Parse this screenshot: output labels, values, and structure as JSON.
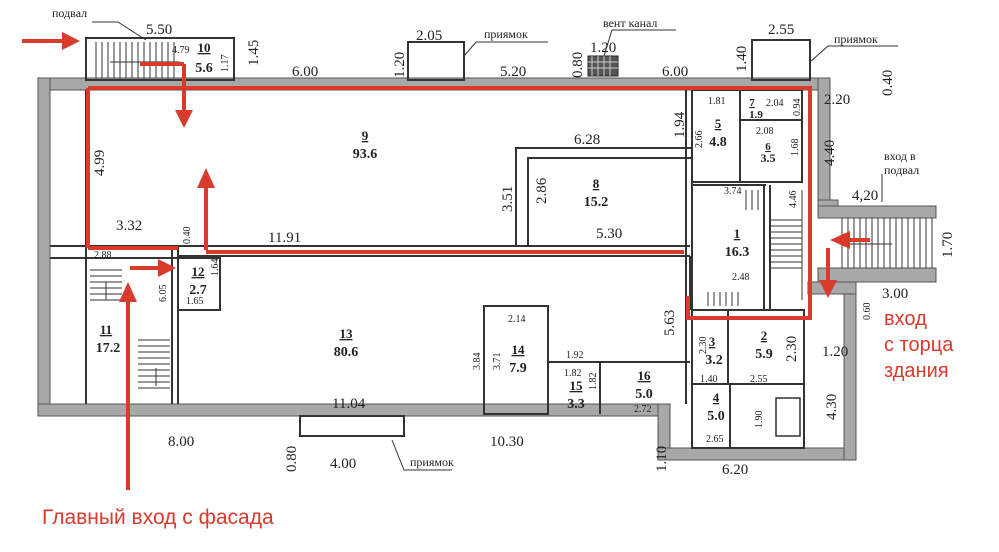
{
  "labels": {
    "podval": "подвал",
    "priyamok_1": "приямок",
    "priyamok_2": "приямок",
    "priyamok_3": "приямок",
    "vent_kanal": "вент канал",
    "vhod_v": "вход в",
    "vhod_podval": "подвал"
  },
  "notes": {
    "main_entrance": "Главный вход с фасада",
    "side_entrance": [
      "вход",
      "с торца",
      "здания"
    ]
  },
  "rooms": [
    {
      "num": "1",
      "area": "16.3"
    },
    {
      "num": "2",
      "area": "5.9"
    },
    {
      "num": "3",
      "area": "3.2"
    },
    {
      "num": "4",
      "area": "5.0"
    },
    {
      "num": "5",
      "area": "4.8"
    },
    {
      "num": "6",
      "area": "3.5"
    },
    {
      "num": "7",
      "area": "1.9"
    },
    {
      "num": "8",
      "area": "15.2"
    },
    {
      "num": "9",
      "area": "93.6"
    },
    {
      "num": "10",
      "area": "5.6"
    },
    {
      "num": "11",
      "area": "17.2"
    },
    {
      "num": "12",
      "area": "2.7"
    },
    {
      "num": "13",
      "area": "80.6"
    },
    {
      "num": "14",
      "area": "7.9"
    },
    {
      "num": "15",
      "area": "3.3"
    },
    {
      "num": "16",
      "area": "5.0"
    }
  ],
  "dims": {
    "d550": "5.50",
    "d145": "1.45",
    "d600a": "6.00",
    "d120a": "1.20",
    "d205": "2.05",
    "d520": "5.20",
    "d080a": "0.80",
    "d120b": "1.20",
    "d600b": "6.00",
    "d140a": "1.40",
    "d255a": "2.55",
    "d040a": "0.40",
    "d220": "2.20",
    "d499": "4.99",
    "d628": "6.28",
    "d194": "1.94",
    "d440": "4.40",
    "d351": "3.51",
    "d286": "2.86",
    "d374": "3.74",
    "d446": "4.46",
    "d420": "4,20",
    "d332": "3.32",
    "d040b": "0.40",
    "d1191": "11.91",
    "d530": "5.30",
    "d170": "1.70",
    "d288": "2.88",
    "d164": "1.64",
    "d165": "1.65",
    "d605": "6.05",
    "d248": "2.48",
    "d300": "3.00",
    "d060": "0.60",
    "d563": "5.63",
    "d214": "2.14",
    "d230a": "2.30",
    "d230b": "2.30",
    "d120c": "1.20",
    "d384": "3.84",
    "d371": "3.71",
    "d192": "1.92",
    "d182a": "1.82",
    "d182b": "1.82",
    "d140b": "1.40",
    "d255b": "2.55",
    "d272": "2.72",
    "d190": "1.90",
    "d265": "2.65",
    "d430": "4.30",
    "d1104": "11.04",
    "d800": "8.00",
    "d1030": "10.30",
    "d110": "1.10",
    "d080b": "0.80",
    "d400": "4.00",
    "d620": "6.20",
    "d479": "4.79",
    "d117": "1.17",
    "d181": "1.81",
    "d204": "2.04",
    "d094": "0.94",
    "d208": "2.08",
    "d168": "1.68",
    "d266": "2.66"
  },
  "colors": {
    "wall": "#a8a8a8",
    "route": "#d83a2c",
    "line": "#333333"
  }
}
